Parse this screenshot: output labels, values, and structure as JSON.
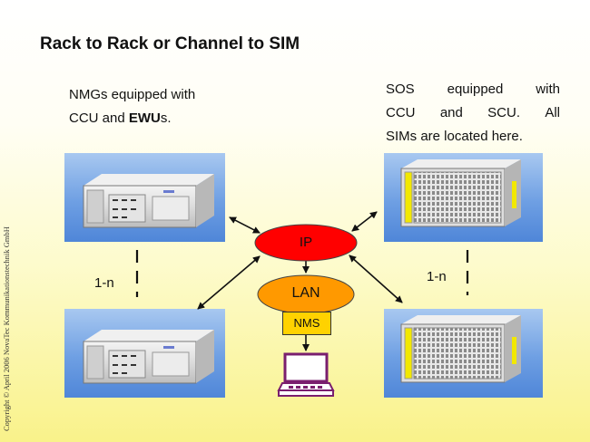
{
  "title": "Rack to Rack or Channel to SIM",
  "left_text": {
    "line1": "NMGs equipped with",
    "line2_prefix": "CCU and ",
    "line2_bold": "EWU",
    "line2_suffix": "s."
  },
  "right_text": {
    "line1": [
      "SOS",
      "equipped",
      "with"
    ],
    "line2": [
      "CCU",
      "and",
      "SCU.",
      "All"
    ],
    "line3": "SIMs are located here."
  },
  "nodes": {
    "ip": "IP",
    "lan": "LAN",
    "nms": "NMS"
  },
  "labels": {
    "left_count": "1-n",
    "right_count": "1-n"
  },
  "copyright": "Copyright © April 2006 NovaTec Kommunikationstechnik GmbH",
  "colors": {
    "ip_fill": "#ff0000",
    "lan_fill": "#ff9900",
    "nms_fill": "#ffd200",
    "computer": "#7a1f6e",
    "photo_bg": "#6e9fe3"
  }
}
